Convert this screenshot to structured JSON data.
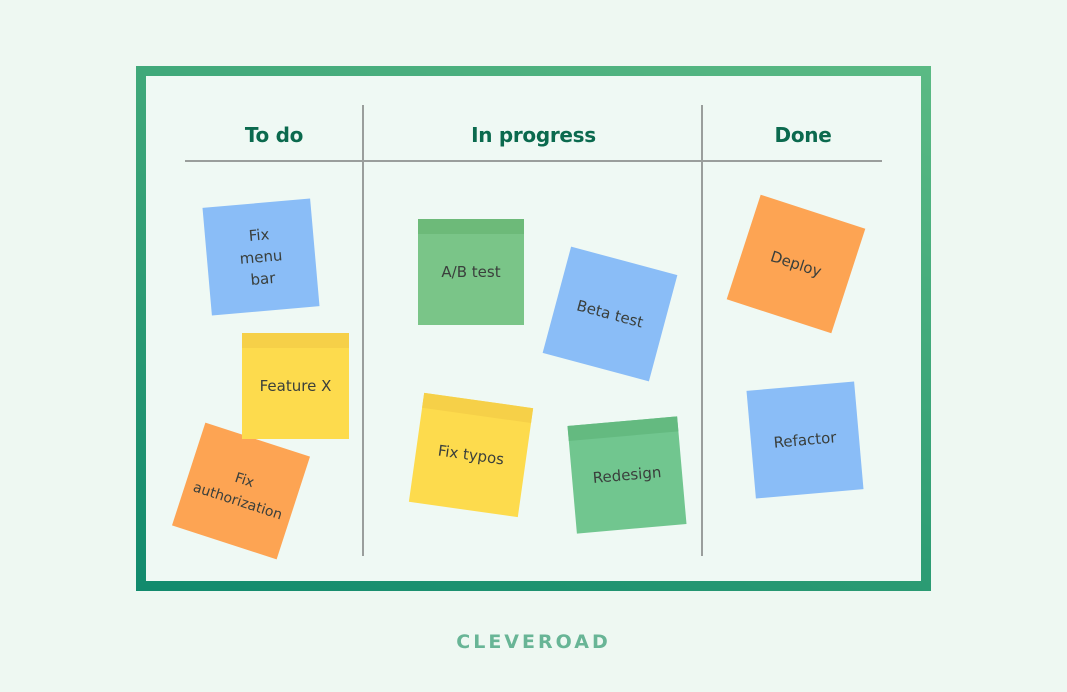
{
  "board": {
    "columns": [
      {
        "title": "To do"
      },
      {
        "title": "In progress"
      },
      {
        "title": "Done"
      }
    ]
  },
  "colors": {
    "blue": "#8ABDF7",
    "yellow": "#FDDB4D",
    "yellow_band": "#F6D048",
    "orange": "#FDA453",
    "green": "#7AC588",
    "green_band": "#6DBA79",
    "green2": "#71C68F",
    "green2_band": "#64BA80",
    "frame_dark": "#118A6D",
    "frame_light": "#5BBA84",
    "heading": "#0B6A4E",
    "background": "#EEF8F2"
  },
  "notes": {
    "todo": [
      {
        "text": "Fix menu bar",
        "color": "blue"
      },
      {
        "text": "Feature X",
        "color": "yellow"
      },
      {
        "text": "Fix authorization",
        "color": "orange"
      }
    ],
    "in_progress": [
      {
        "text": "A/B test",
        "color": "green"
      },
      {
        "text": "Beta test",
        "color": "blue"
      },
      {
        "text": "Fix typos",
        "color": "yellow"
      },
      {
        "text": "Redesign",
        "color": "green"
      }
    ],
    "done": [
      {
        "text": "Deploy",
        "color": "orange"
      },
      {
        "text": "Refactor",
        "color": "blue"
      }
    ]
  },
  "footer": {
    "brand": "CLEVEROAD"
  }
}
